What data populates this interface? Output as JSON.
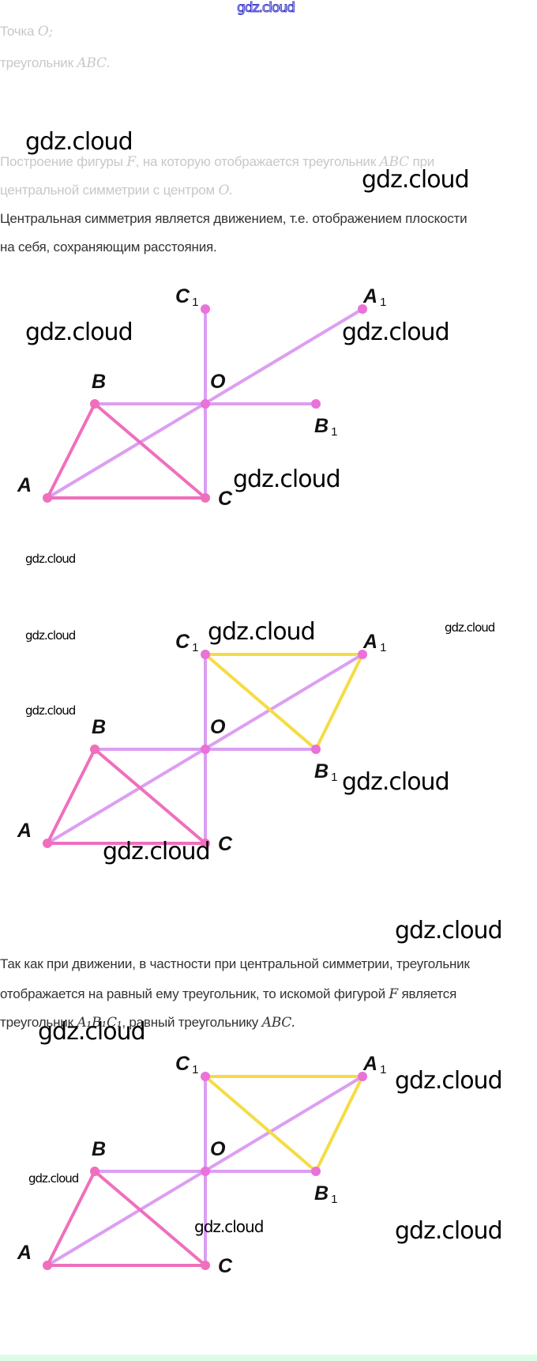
{
  "watermark": "gdz.cloud",
  "intro": {
    "point_label": "Точка",
    "point_var": "O;",
    "triangle_label": "треугольник",
    "triangle_var": "ABC."
  },
  "construction": {
    "line1_a": "Построение фигуры",
    "line1_var1": "F",
    "line1_b": ", на которую отображается треугольник",
    "line1_var2": "ABC",
    "line1_c": "при",
    "line2_a": "центральной симметрии с центром",
    "line2_var": "O."
  },
  "explanation": {
    "line1": "Центральная симметрия является движением, т.е. отображением плоскости",
    "line2": "на себя, сохраняющим расстояния."
  },
  "conclusion": {
    "line1": "Так как при движении, в частности при центральной симметрии, треугольник",
    "line2_a": "отображается на равный ему треугольник, то искомой фигурой",
    "line2_var": "F",
    "line2_b": "является",
    "line3_a": "треугольник",
    "line3_var1": "A₁B₁C₁",
    "line3_b": ", равный треугольнику",
    "line3_var2": "ABC."
  },
  "points": {
    "A": {
      "letter": "A",
      "sub": ""
    },
    "B": {
      "letter": "B",
      "sub": ""
    },
    "C": {
      "letter": "C",
      "sub": ""
    },
    "O": {
      "letter": "O",
      "sub": ""
    },
    "A1": {
      "letter": "A",
      "sub": "1"
    },
    "B1": {
      "letter": "B",
      "sub": "1"
    },
    "C1": {
      "letter": "C",
      "sub": "1"
    }
  },
  "figures": [
    {
      "show_image_triangle": false
    },
    {
      "show_image_triangle": true
    },
    {
      "show_image_triangle": true
    }
  ],
  "colors": {
    "original_triangle": "#ef6fbd",
    "symmetry_lines": "#dc9ef2",
    "image_triangle": "#f5dc45",
    "point": "#ea72d8"
  }
}
